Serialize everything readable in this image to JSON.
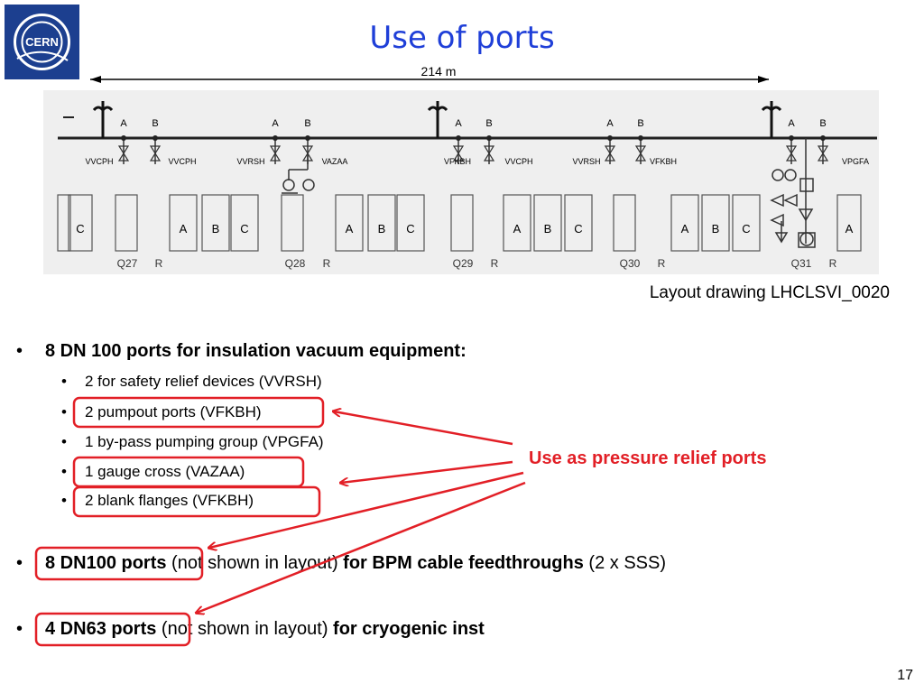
{
  "slide": {
    "title": "Use of ports",
    "page_number": "17"
  },
  "logo": {
    "text": "CERN"
  },
  "drawing": {
    "dimension_label": "214 m",
    "caption": "Layout drawing LHCLSVI_0020",
    "valve_labels": [
      "VVCPH",
      "VVCPH",
      "VVRSH",
      "VAZAA",
      "VFKBH",
      "VVCPH",
      "VVRSH",
      "VFKBH",
      "VPGFA"
    ],
    "valve_line_ab": [
      "A",
      "B"
    ],
    "quad_labels": [
      "Q27",
      "Q28",
      "Q29",
      "Q30",
      "Q31"
    ],
    "magnet_letters": [
      "C",
      "A",
      "B",
      "C",
      "A",
      "B",
      "C",
      "A",
      "B",
      "C",
      "A",
      "B",
      "C",
      "A"
    ],
    "r_label": "R"
  },
  "bullets": {
    "b1": {
      "text": "8 DN 100 ports for insulation vacuum equipment:"
    },
    "sub": [
      "2 for safety relief devices (VVRSH)",
      "2 pumpout ports (VFKBH)",
      "1 by-pass pumping group (VPGFA)",
      "1 gauge cross (VAZAA)",
      "2 blank flanges (VFKBH)"
    ],
    "b2": {
      "bold1": "8 DN100 ports",
      "normal1": " (not shown in layout) ",
      "bold2": "for BPM cable feedthroughs",
      "normal2": " (2 x SSS)"
    },
    "b3": {
      "bold1": "4 DN63 ports",
      "normal1": " (not shown in layout) ",
      "bold2": "for cryogenic inst"
    },
    "bullet_char": "•"
  },
  "annotation": {
    "text": "Use as pressure relief ports",
    "color": "#e21f26"
  }
}
